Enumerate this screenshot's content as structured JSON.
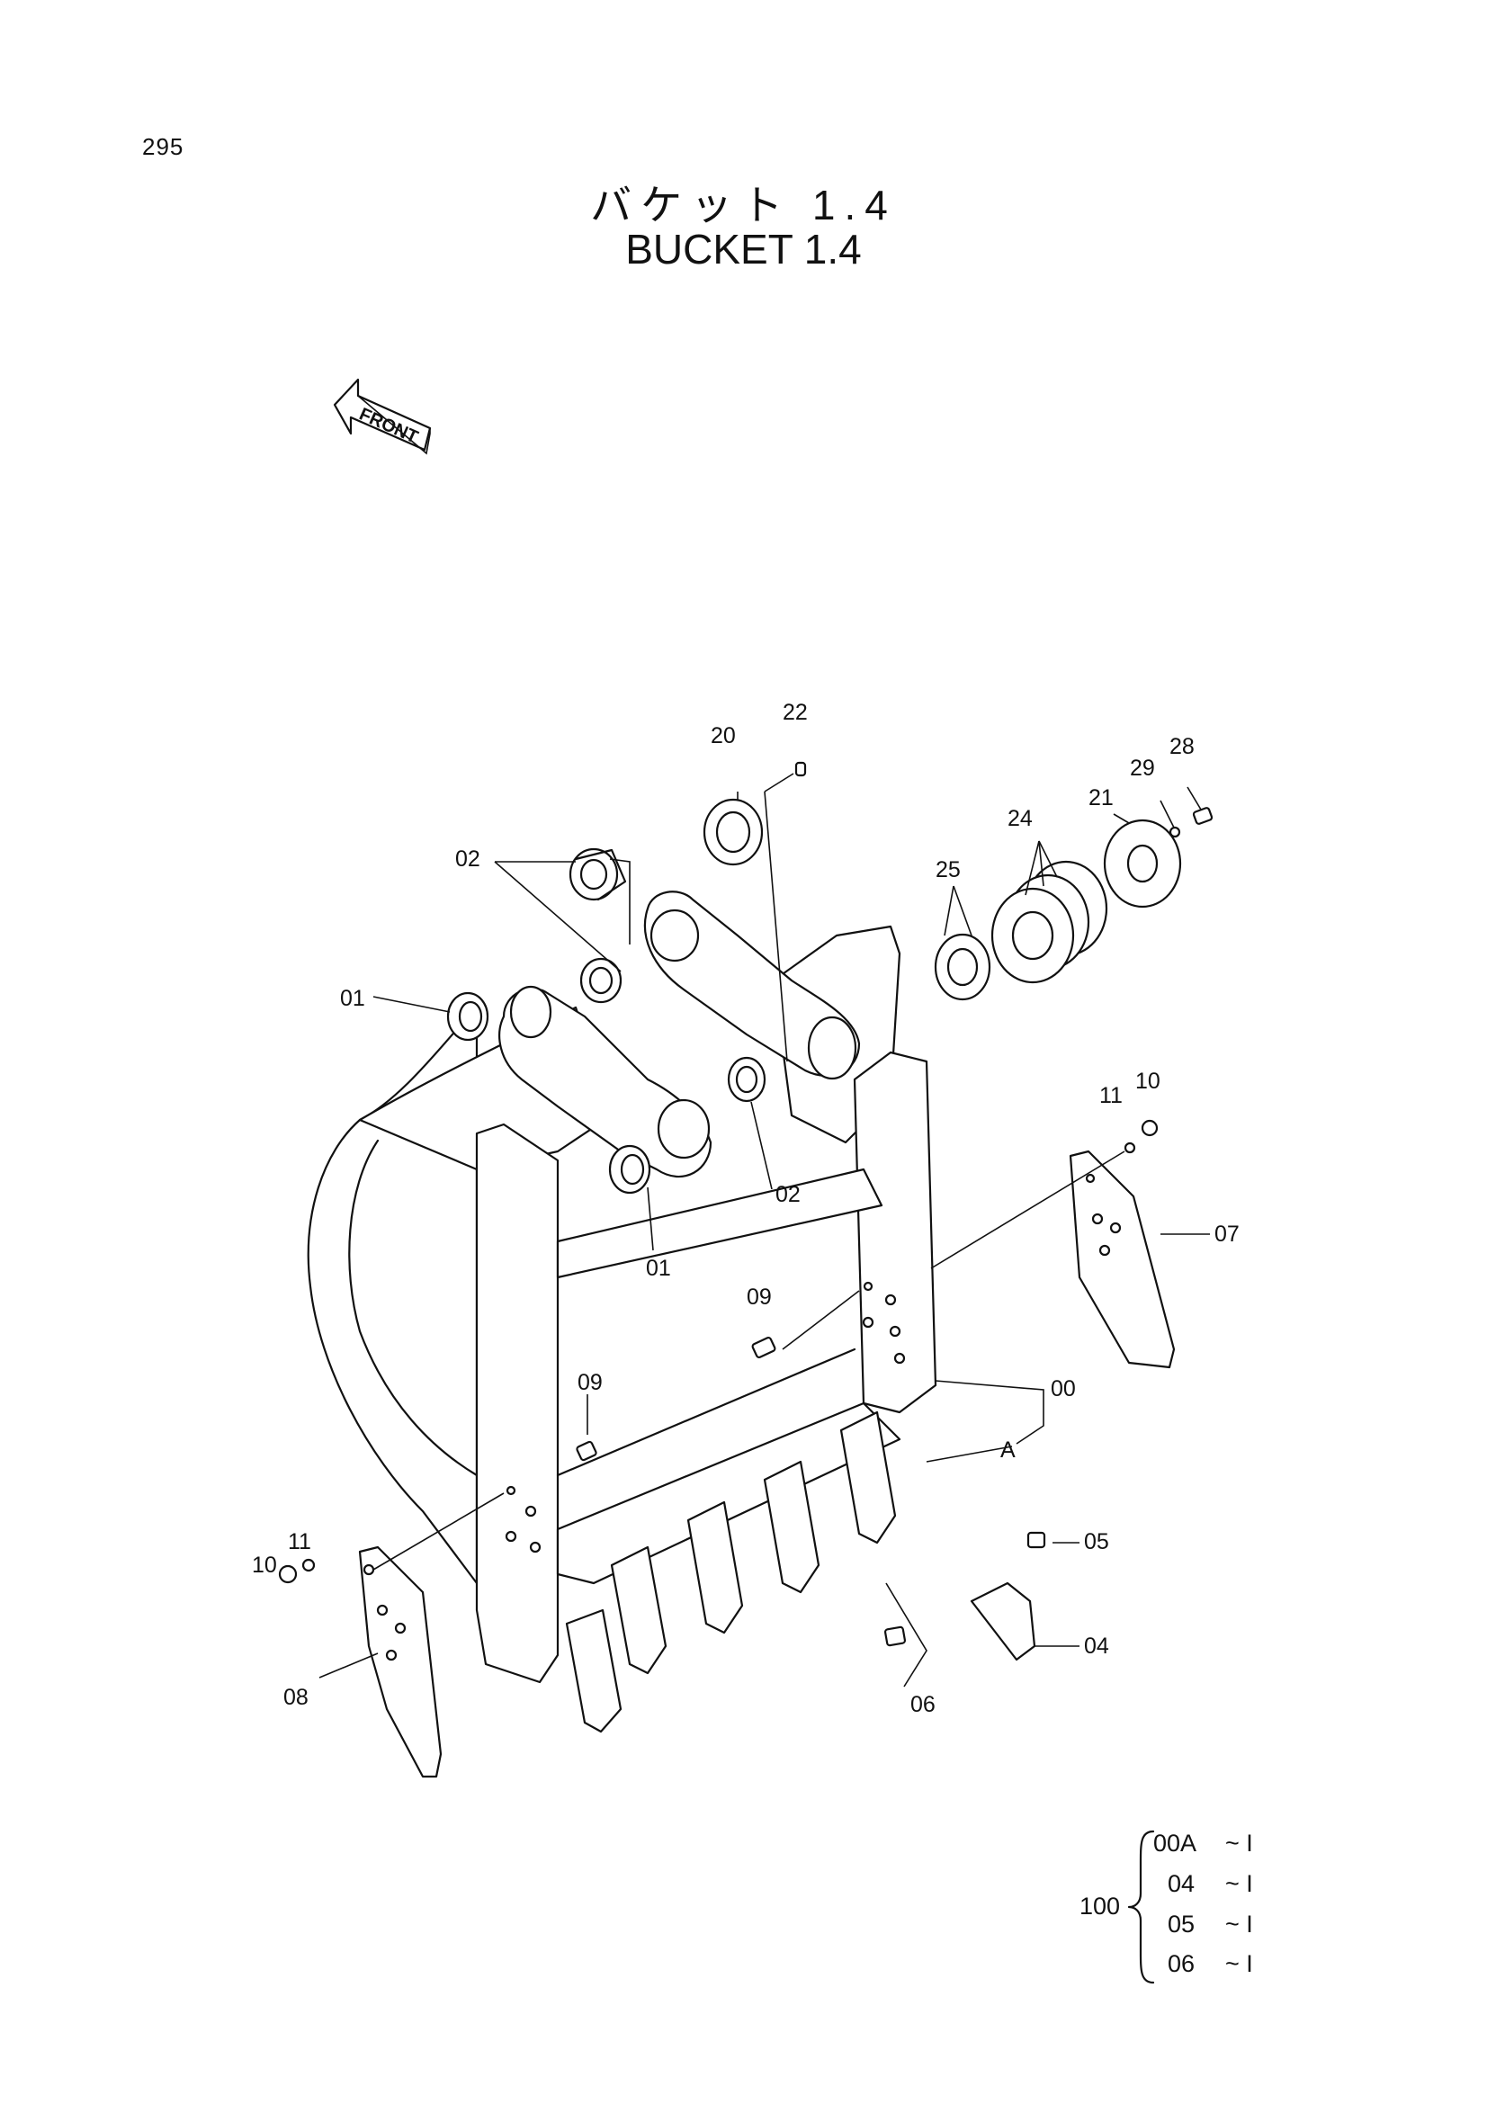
{
  "page_number": "295",
  "title_jp": "バケット 1.4",
  "title_en": "BUCKET 1.4",
  "front_label": "FRONT",
  "callouts": {
    "c00": "00",
    "cA": "A",
    "c01a": "01",
    "c01b": "01",
    "c02a": "02",
    "c02b": "02",
    "c04": "04",
    "c05": "05",
    "c06": "06",
    "c07": "07",
    "c08": "08",
    "c09a": "09",
    "c09b": "09",
    "c10a": "10",
    "c10b": "10",
    "c11a": "11",
    "c11b": "11",
    "c20": "20",
    "c21": "21",
    "c22": "22",
    "c24": "24",
    "c25": "25",
    "c28": "28",
    "c29": "29"
  },
  "legend": {
    "group": "100",
    "items": [
      {
        "part": "00A",
        "qty": "~ I"
      },
      {
        "part": "04",
        "qty": "~ I"
      },
      {
        "part": "05",
        "qty": "~ I"
      },
      {
        "part": "06",
        "qty": "~ I"
      }
    ]
  }
}
